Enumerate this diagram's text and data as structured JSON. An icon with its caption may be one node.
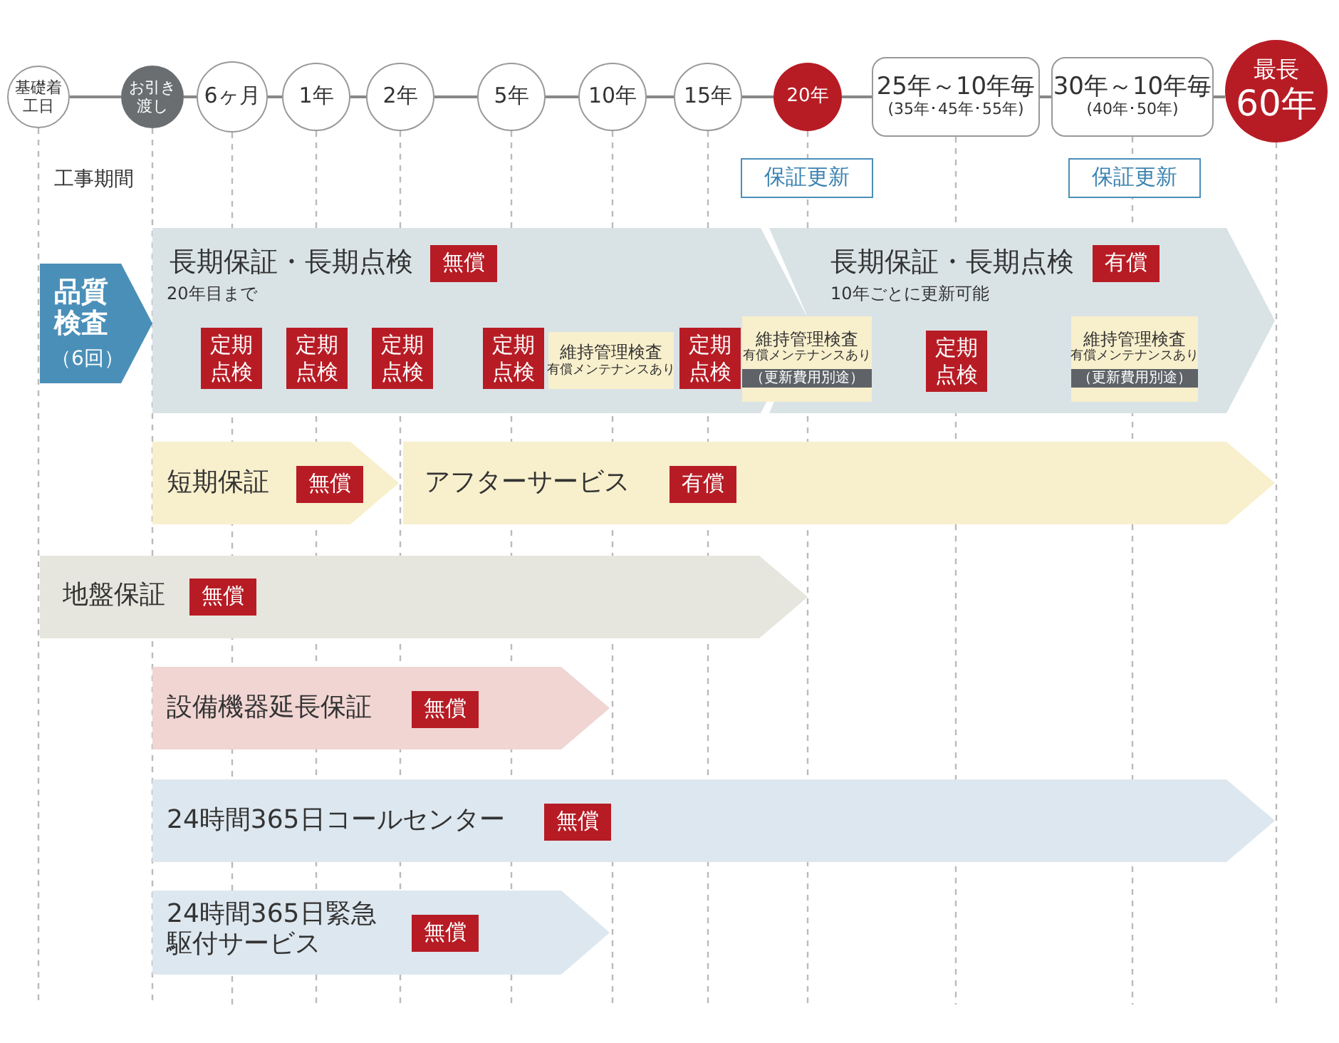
{
  "diagram": {
    "nodes": [
      {
        "text": [
          "基礎着工日"
        ]
      },
      {
        "text": [
          "お引き渡し"
        ]
      },
      {
        "text": [
          "6ヶ月"
        ]
      },
      {
        "text": [
          "1年"
        ]
      },
      {
        "text": [
          "2年"
        ]
      },
      {
        "text": [
          "5年"
        ]
      },
      {
        "text": [
          "10年"
        ]
      },
      {
        "text": [
          "15年"
        ]
      },
      {
        "text": [
          "20年"
        ]
      },
      {
        "text": [
          "25年～10年毎",
          "(35年･45年･55年)"
        ]
      },
      {
        "text": [
          "30年～10年毎",
          "(40年･50年)"
        ]
      },
      {
        "text": [
          "最長",
          "60年"
        ]
      },
      {
        "text": [
          "保証更新"
        ]
      },
      {
        "text": [
          "保証更新"
        ]
      },
      {
        "text": [
          "品質検査",
          "（6回）"
        ]
      },
      {
        "text": [
          "長期保証・長期点検",
          "20年目まで"
        ]
      },
      {
        "text": [
          "無償"
        ],
        "in": 15
      },
      {
        "text": [
          "定期点検"
        ],
        "in": 15
      },
      {
        "text": [
          "定期点検"
        ],
        "in": 15
      },
      {
        "text": [
          "定期点検"
        ],
        "in": 15
      },
      {
        "text": [
          "定期点検"
        ],
        "in": 15
      },
      {
        "text": [
          "維持管理検査",
          "有償メンテナンスあり"
        ],
        "in": 15
      },
      {
        "text": [
          "定期点検"
        ],
        "in": 15
      },
      {
        "text": [
          "維持管理検査",
          "有償メンテナンスあり",
          "（更新費用別途）"
        ]
      },
      {
        "text": [
          "長期保証・長期点検",
          "10年ごとに更新可能"
        ]
      },
      {
        "text": [
          "有償"
        ],
        "in": 24
      },
      {
        "text": [
          "定期点検"
        ],
        "in": 24
      },
      {
        "text": [
          "維持管理検査",
          "有償メンテナンスあり",
          "（更新費用別途）"
        ],
        "in": 24
      },
      {
        "text": [
          "短期保証"
        ]
      },
      {
        "text": [
          "無償"
        ],
        "in": 28
      },
      {
        "text": [
          "アフターサービス"
        ]
      },
      {
        "text": [
          "有償"
        ],
        "in": 30
      },
      {
        "text": [
          "地盤保証"
        ]
      },
      {
        "text": [
          "無償"
        ],
        "in": 32
      },
      {
        "text": [
          "設備機器延長保証"
        ]
      },
      {
        "text": [
          "無償"
        ],
        "in": 34
      },
      {
        "text": [
          "24時間365日コールセンター"
        ]
      },
      {
        "text": [
          "無償"
        ],
        "in": 36
      },
      {
        "text": [
          "24時間365日緊急駆付サービス"
        ]
      },
      {
        "text": [
          "無償"
        ],
        "in": 38
      }
    ],
    "edges": [
      {
        "from": 0,
        "to": 1,
        "arrow": "none"
      },
      {
        "from": 1,
        "to": 2,
        "arrow": "none"
      },
      {
        "from": 2,
        "to": 3,
        "arrow": "none"
      },
      {
        "from": 3,
        "to": 4,
        "arrow": "none"
      },
      {
        "from": 4,
        "to": 5,
        "arrow": "none"
      },
      {
        "from": 5,
        "to": 6,
        "arrow": "none"
      },
      {
        "from": 6,
        "to": 7,
        "arrow": "none"
      },
      {
        "from": 7,
        "to": 8,
        "arrow": "none"
      },
      {
        "from": 8,
        "to": 9,
        "arrow": "none"
      },
      {
        "from": 9,
        "to": 10,
        "arrow": "none"
      },
      {
        "from": 10,
        "to": 11,
        "arrow": "none"
      }
    ],
    "labels": [
      "工事期間"
    ]
  }
}
